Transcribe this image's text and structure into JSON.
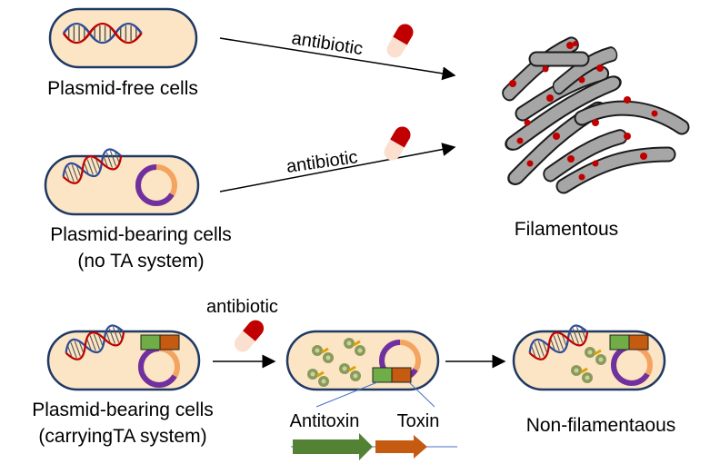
{
  "labels": {
    "plasmid_free": "Plasmid-free cells",
    "plasmid_bearing": "Plasmid-bearing cells",
    "no_ta": "(no TA system)",
    "plasmid_bearing_ta": "Plasmid-bearing cells",
    "carrying_ta": "(carryingTA system)",
    "filamentous": "Filamentous",
    "non_filamentous": "Non-filamentaous",
    "antitoxin": "Antitoxin",
    "toxin": "Toxin"
  },
  "arrows": {
    "antibiotic_1": "antibiotic",
    "antibiotic_2": "antibiotic",
    "antibiotic_3": "antibiotic"
  },
  "colors": {
    "cell_fill": "#fbe5c4",
    "cell_stroke": "#1f3864",
    "dna_blue": "#2e4b9a",
    "dna_red": "#c00000",
    "plasmid_purple": "#7030a0",
    "plasmid_orange": "#f4a460",
    "antitoxin_green": "#70ad47",
    "toxin_orange": "#c55a11",
    "filament_gray": "#a6a6a6",
    "complex_green": "#8a9a5b"
  },
  "icons": [
    "dna-icon",
    "plasmid-icon",
    "capsule-icon",
    "ta-complex-icon"
  ]
}
